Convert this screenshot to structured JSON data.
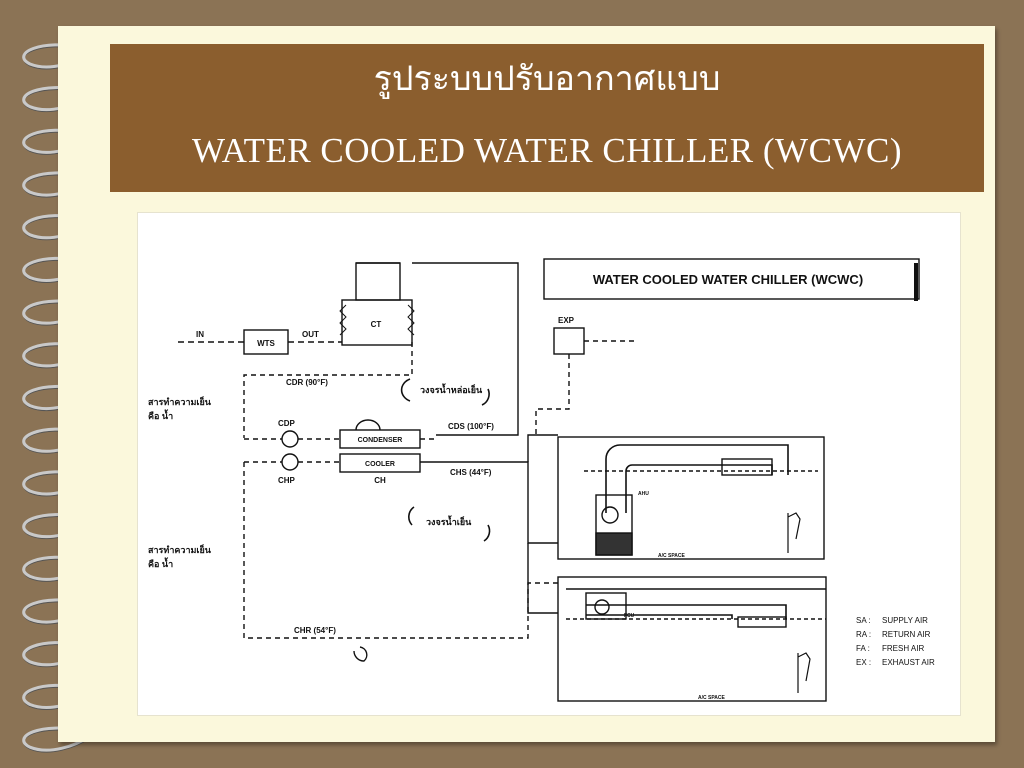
{
  "slide": {
    "title_thai": "รูประบบปรับอากาศแบบ",
    "title_english": "WATER  COOLED  WATER  CHILLER (WCWC)"
  },
  "diagram": {
    "heading": "WATER COOLED WATER CHILLER (WCWC)",
    "labels": {
      "ct": "CT",
      "wts": "WTS",
      "in": "IN",
      "out": "OUT",
      "exp": "EXP",
      "cdr": "CDR (90°F)",
      "cds": "CDS (100°F)",
      "chs": "CHS (44°F)",
      "chr": "CHR (54°F)",
      "cdp": "CDP",
      "chp": "CHP",
      "ch": "CH",
      "condenser": "CONDENSER",
      "cooler": "COOLER",
      "loop_condenser": "วงจรน้ำหล่อเย็น",
      "loop_chilled": "วงจรน้ำเย็น",
      "refrigerant_1a": "สารทำความเย็น",
      "refrigerant_1b": "คือ น้ำ",
      "refrigerant_2a": "สารทำความเย็น",
      "refrigerant_2b": "คือ น้ำ",
      "ahu": "AHU",
      "fcu": "FCU",
      "ac_space_1": "A/C SPACE",
      "ac_space_2": "A/C SPACE"
    },
    "legend": [
      {
        "abbr": "SA :",
        "text": "SUPPLY AIR"
      },
      {
        "abbr": "RA :",
        "text": "RETURN AIR"
      },
      {
        "abbr": "FA :",
        "text": "FRESH AIR"
      },
      {
        "abbr": "EX :",
        "text": "EXHAUST AIR"
      }
    ]
  },
  "colors": {
    "background": "#8b7355",
    "page": "#fbf8dc",
    "header": "#8b5e2e",
    "header_text": "#ffffff"
  }
}
